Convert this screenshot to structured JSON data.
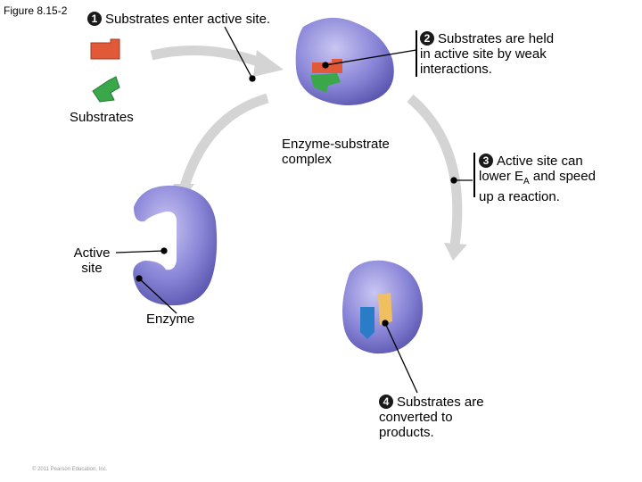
{
  "figure_label": "Figure 8.15-2",
  "steps": [
    {
      "num": "1",
      "text": "Substrates enter active site."
    },
    {
      "num": "2",
      "lines": [
        "Substrates are held",
        "in active site by weak",
        "interactions."
      ]
    },
    {
      "num": "3",
      "line1": "Active site can",
      "line2_pre": "lower E",
      "line2_sub": "A",
      "line2_post": " and speed",
      "line3": "up a reaction."
    },
    {
      "num": "4",
      "lines": [
        "Substrates are",
        "converted to",
        "products."
      ]
    }
  ],
  "labels": {
    "substrates": "Substrates",
    "complex": [
      "Enzyme-substrate",
      "complex"
    ],
    "active_site": [
      "Active",
      "site"
    ],
    "enzyme": "Enzyme"
  },
  "copyright": "© 2011 Pearson Education, Inc.",
  "colors": {
    "enzyme": "#8a86d8",
    "substrate_red": "#e05a3a",
    "substrate_green": "#3aa84a",
    "product_blue": "#2a7cc8",
    "product_yellow": "#f0c060",
    "cycle_arrow": "#d4d4d4"
  }
}
